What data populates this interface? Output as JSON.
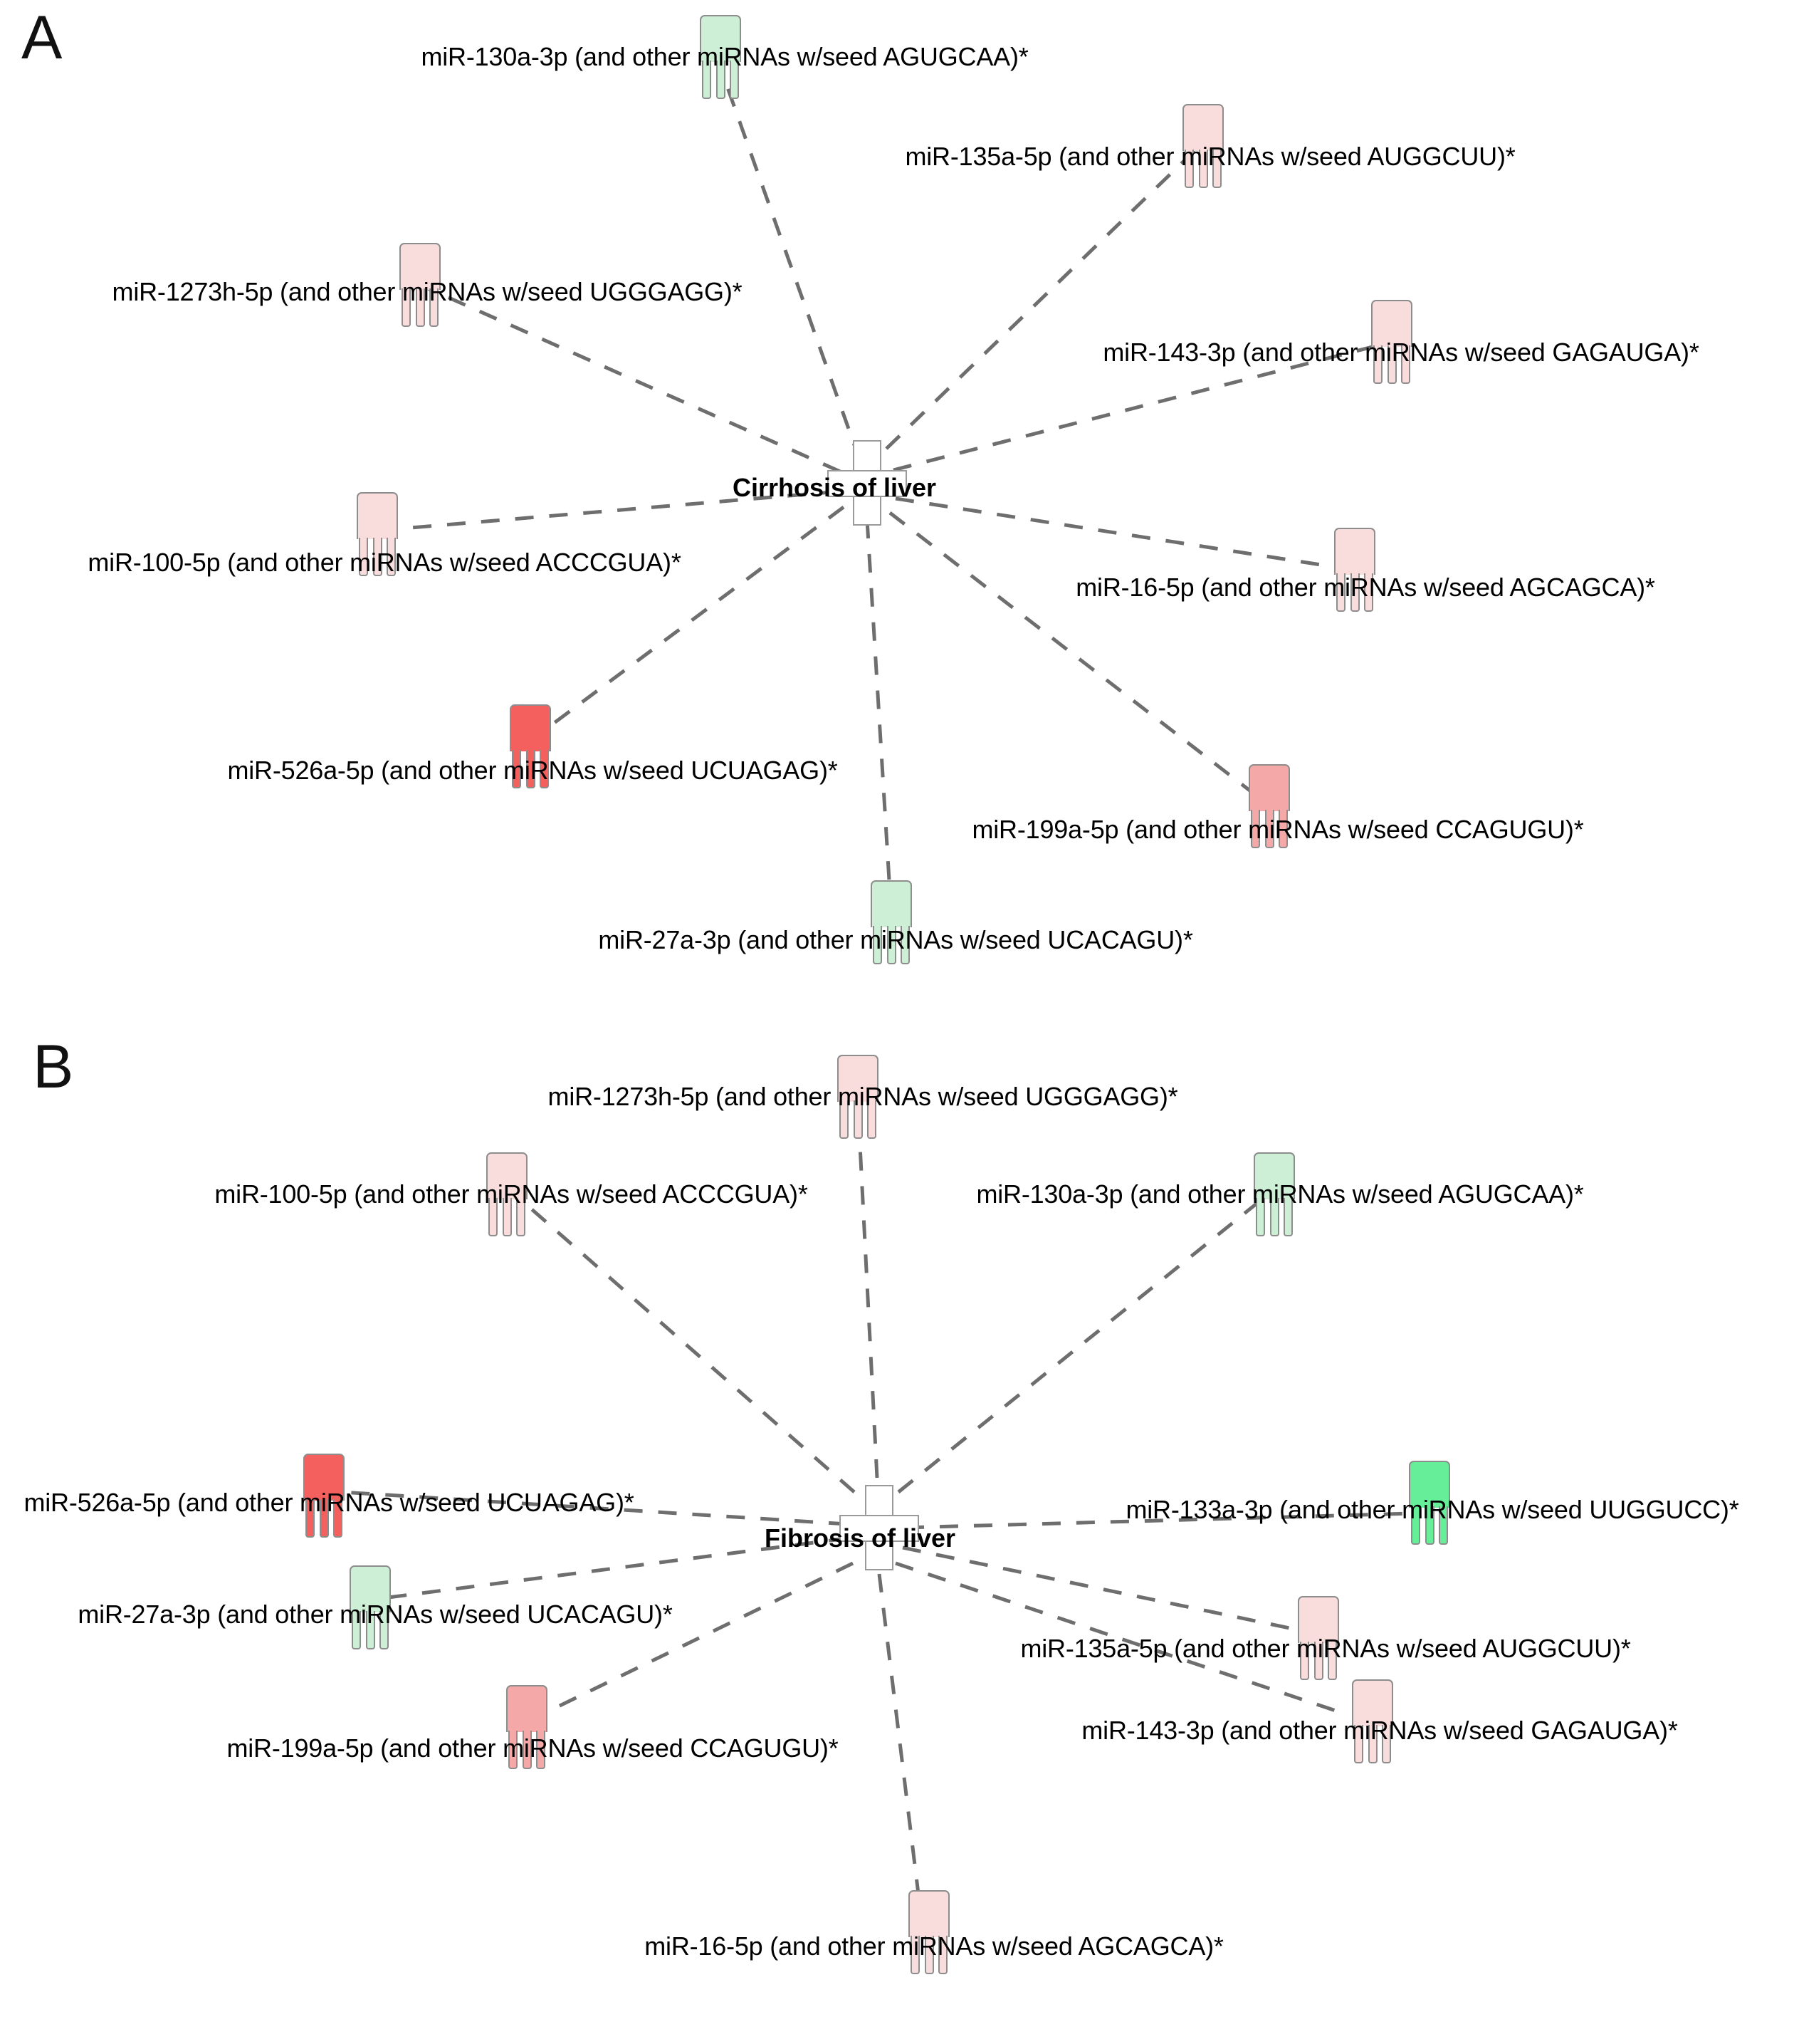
{
  "figure": {
    "type": "network-diagram",
    "panel_count": 2,
    "edge_style": "dashed",
    "edge_color": "#6e6e6e",
    "background": "#ffffff"
  },
  "legend_colors": {
    "light_pink": "#f9dddd",
    "medium_pink": "#f4a8a8",
    "strong_red": "#f4605e",
    "light_green": "#cdefd5",
    "bright_green": "#66ee99",
    "hub_white": "#ffffff",
    "node_stroke": "#8d8d8d"
  },
  "panels": [
    {
      "letter": "A",
      "hub": {
        "label": "Cirrhosis of liver",
        "shape": "cross",
        "fill": "#ffffff"
      },
      "nodes": [
        {
          "label": "miR-130a-3p (and other miRNAs w/seed AGUGCAA)*",
          "color": "#cdefd5",
          "color_name": "light_green"
        },
        {
          "label": "miR-135a-5p (and other miRNAs w/seed AUGGCUU)*",
          "color": "#f9dddd",
          "color_name": "light_pink"
        },
        {
          "label": "miR-1273h-5p (and other miRNAs w/seed UGGGAGG)*",
          "color": "#f9dddd",
          "color_name": "light_pink"
        },
        {
          "label": "miR-143-3p (and other miRNAs w/seed GAGAUGA)*",
          "color": "#f9dddd",
          "color_name": "light_pink"
        },
        {
          "label": "miR-100-5p (and other miRNAs w/seed ACCCGUA)*",
          "color": "#f9dddd",
          "color_name": "light_pink"
        },
        {
          "label": "miR-16-5p (and other miRNAs w/seed AGCAGCA)*",
          "color": "#f9dddd",
          "color_name": "light_pink"
        },
        {
          "label": "miR-526a-5p (and other miRNAs w/seed UCUAGAG)*",
          "color": "#f4605e",
          "color_name": "strong_red"
        },
        {
          "label": "miR-199a-5p (and other miRNAs w/seed CCAGUGU)*",
          "color": "#f4a8a8",
          "color_name": "medium_pink"
        },
        {
          "label": "miR-27a-3p (and other miRNAs w/seed UCACAGU)*",
          "color": "#cdefd5",
          "color_name": "light_green"
        }
      ]
    },
    {
      "letter": "B",
      "hub": {
        "label": "Fibrosis of liver",
        "shape": "cross",
        "fill": "#ffffff"
      },
      "nodes": [
        {
          "label": "miR-1273h-5p (and other miRNAs w/seed UGGGAGG)*",
          "color": "#f9dddd",
          "color_name": "light_pink"
        },
        {
          "label": "miR-100-5p (and other miRNAs w/seed ACCCGUA)*",
          "color": "#f9dddd",
          "color_name": "light_pink"
        },
        {
          "label": "miR-130a-3p (and other miRNAs w/seed AGUGCAA)*",
          "color": "#cdefd5",
          "color_name": "light_green"
        },
        {
          "label": "miR-526a-5p (and other miRNAs w/seed UCUAGAG)*",
          "color": "#f4605e",
          "color_name": "strong_red"
        },
        {
          "label": "miR-133a-3p (and other miRNAs w/seed UUGGUCC)*",
          "color": "#66ee99",
          "color_name": "bright_green"
        },
        {
          "label": "miR-27a-3p (and other miRNAs w/seed UCACAGU)*",
          "color": "#cdefd5",
          "color_name": "light_green"
        },
        {
          "label": "miR-135a-5p (and other miRNAs w/seed AUGGCUU)*",
          "color": "#f9dddd",
          "color_name": "light_pink"
        },
        {
          "label": "miR-143-3p (and other miRNAs w/seed GAGAUGA)*",
          "color": "#f9dddd",
          "color_name": "light_pink"
        },
        {
          "label": "miR-199a-5p (and other miRNAs w/seed CCAGUGU)*",
          "color": "#f4a8a8",
          "color_name": "medium_pink"
        },
        {
          "label": "miR-16-5p (and other miRNAs w/seed AGCAGCA)*",
          "color": "#f9dddd",
          "color_name": "light_pink"
        }
      ]
    }
  ]
}
